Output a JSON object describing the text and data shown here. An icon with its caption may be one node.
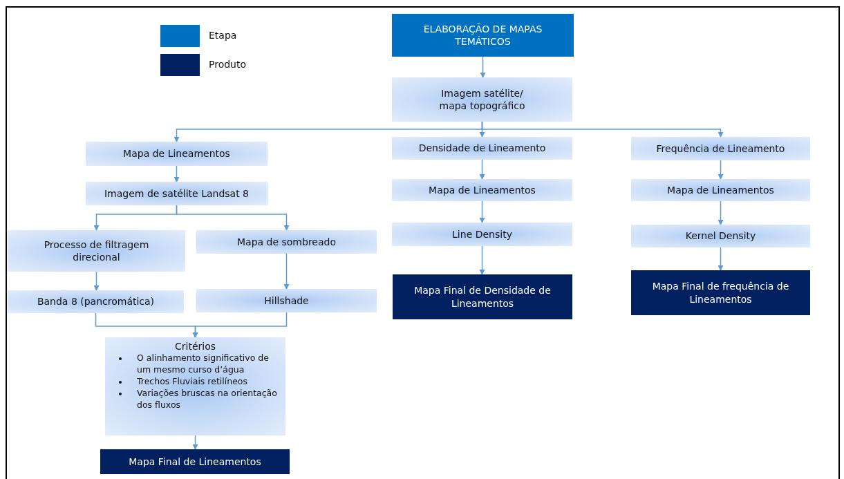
{
  "diagram": {
    "nodes": [
      {
        "text": [
          "ELABORAÇÃO DE MAPAS TEMÁTICOS"
        ]
      },
      {
        "text": [
          "Imagem satélite/ mapa topográfico"
        ]
      },
      {
        "text": [
          "Mapa de Lineamentos"
        ]
      },
      {
        "text": [
          "Imagem de satélite Landsat 8"
        ]
      },
      {
        "text": [
          "Processo de filtragem direcional"
        ]
      },
      {
        "text": [
          "Mapa de sombreado"
        ]
      },
      {
        "text": [
          "Banda 8 (pancromática)"
        ]
      },
      {
        "text": [
          "Hillshade"
        ]
      },
      {
        "text": [
          "Critérios",
          "O alinhamento significativo de um mesmo curso d’água",
          "Trechos Fluviais retilíneos",
          "Variações bruscas na orientação dos fluxos"
        ]
      },
      {
        "text": [
          "Mapa Final de Lineamentos"
        ]
      },
      {
        "text": [
          "Densidade de Lineamento"
        ]
      },
      {
        "text": [
          "Mapa de Lineamentos"
        ]
      },
      {
        "text": [
          "Line Density"
        ]
      },
      {
        "text": [
          "Mapa Final de Densidade de Lineamentos"
        ]
      },
      {
        "text": [
          "Frequência de Lineamento"
        ]
      },
      {
        "text": [
          "Mapa de Lineamentos"
        ]
      },
      {
        "text": [
          "Kernel Density"
        ]
      },
      {
        "text": [
          "Mapa Final de frequência de Lineamentos"
        ]
      }
    ],
    "edges": [
      {
        "from": 0,
        "to": 1,
        "arrow": "to"
      },
      {
        "from": 1,
        "to": 2,
        "arrow": "to"
      },
      {
        "from": 1,
        "to": 10,
        "arrow": "to"
      },
      {
        "from": 1,
        "to": 14,
        "arrow": "to"
      },
      {
        "from": 2,
        "to": 3,
        "arrow": "to"
      },
      {
        "from": 3,
        "to": 4,
        "arrow": "to"
      },
      {
        "from": 3,
        "to": 5,
        "arrow": "to"
      },
      {
        "from": 4,
        "to": 6,
        "arrow": "to"
      },
      {
        "from": 5,
        "to": 7,
        "arrow": "to"
      },
      {
        "from": 6,
        "to": 8,
        "arrow": "to"
      },
      {
        "from": 7,
        "to": 8,
        "arrow": "to"
      },
      {
        "from": 8,
        "to": 9,
        "arrow": "to"
      },
      {
        "from": 10,
        "to": 11,
        "arrow": "to"
      },
      {
        "from": 11,
        "to": 12,
        "arrow": "to"
      },
      {
        "from": 12,
        "to": 13,
        "arrow": "to"
      },
      {
        "from": 14,
        "to": 15,
        "arrow": "to"
      },
      {
        "from": 15,
        "to": 16,
        "arrow": "to"
      },
      {
        "from": 16,
        "to": 17,
        "arrow": "to"
      }
    ],
    "legend": [
      {
        "text": "Etapa",
        "color": "#0070c0"
      },
      {
        "text": "Produto",
        "color": "#002060"
      }
    ]
  }
}
